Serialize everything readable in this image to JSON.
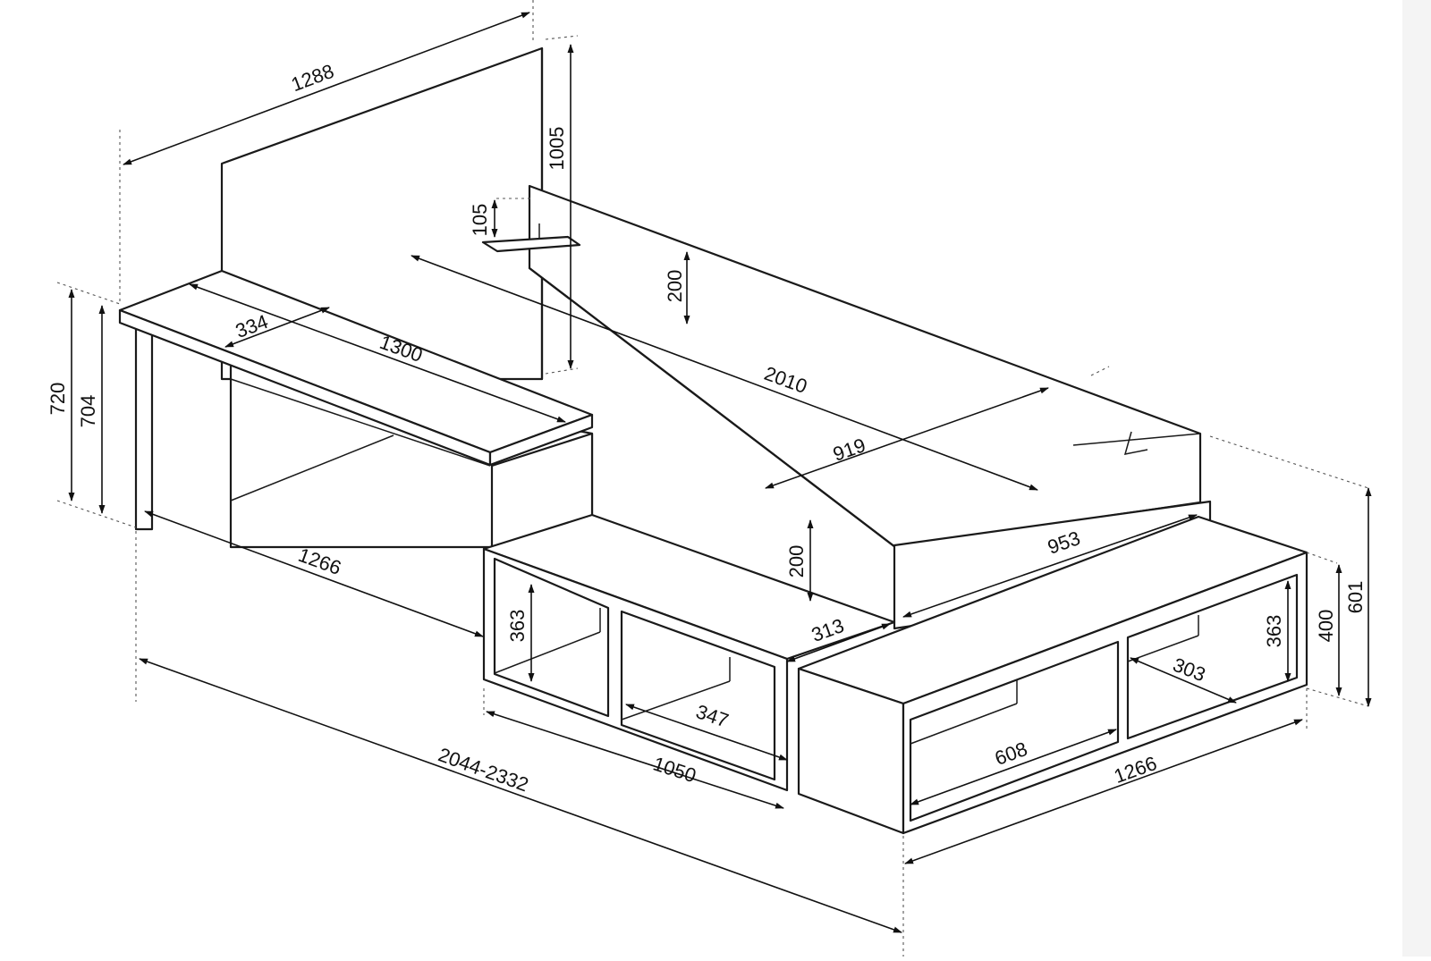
{
  "drawing": {
    "line_color": "#1a1a1a",
    "background": "#ffffff"
  },
  "dimensions": {
    "headboard_width": "1288",
    "headboard_height": "1005",
    "ledge_height": "105",
    "side_panel_height_rear": "200",
    "desk_depth": "334",
    "desk_length": "1300",
    "bed_length": "2010",
    "mattress_width": "919",
    "desk_height": "720",
    "desk_inner_height": "704",
    "desk_base_length": "1266",
    "side_panel_height_front": "200",
    "footboard_width": "953",
    "step_depth": "313",
    "cubby_height_left": "363",
    "cubby_width_left": "347",
    "lower_unit_length": "1050",
    "total_length": "2044-2332",
    "cubby_width_center": "608",
    "front_unit_width": "1266",
    "cubby_width_right": "303",
    "cubby_height_right": "363",
    "step_height": "400",
    "unit_total_height": "601"
  }
}
